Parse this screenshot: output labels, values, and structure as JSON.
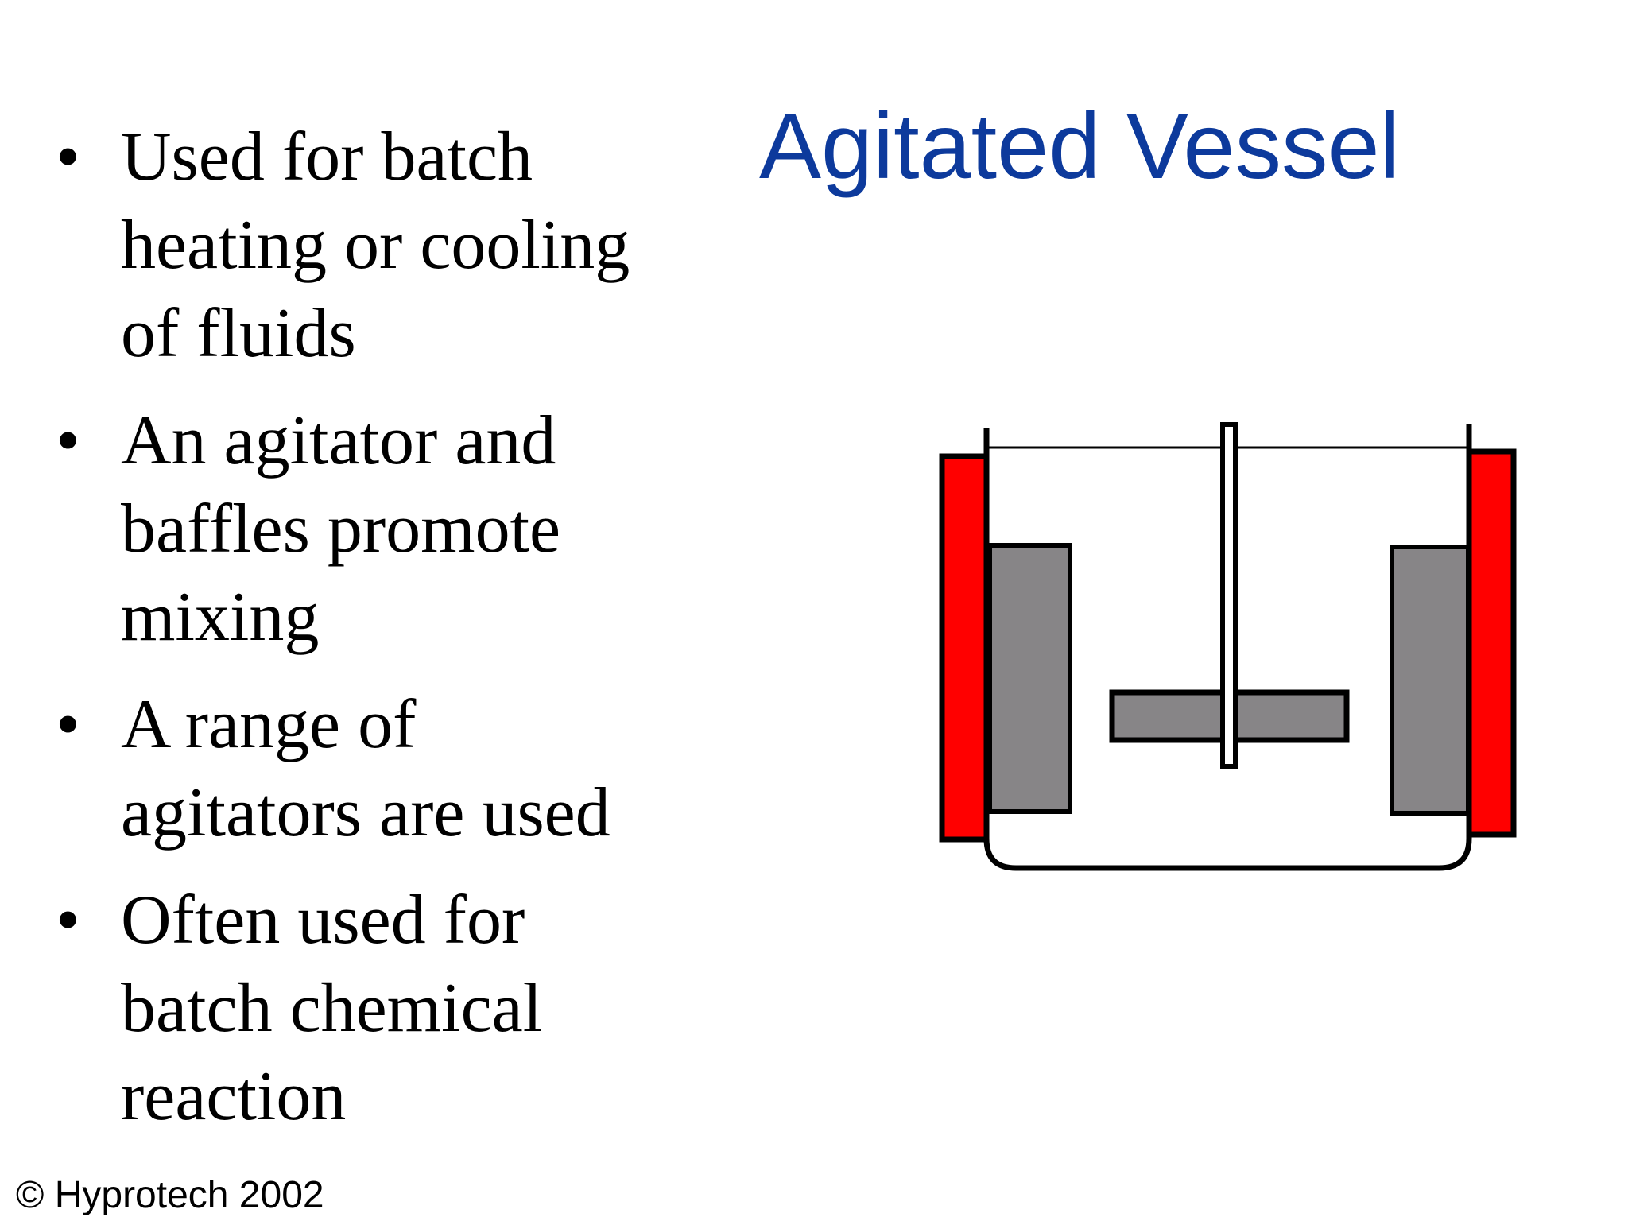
{
  "slide": {
    "title": "Agitated Vessel",
    "bullets": [
      {
        "lines": [
          "Used for batch",
          "heating or cooling",
          "of fluids"
        ]
      },
      {
        "lines": [
          "An agitator and",
          "baffles promote",
          "mixing"
        ]
      },
      {
        "lines": [
          "A range of",
          "agitators are used"
        ]
      },
      {
        "lines": [
          "Often used for",
          "batch chemical",
          "reaction"
        ]
      }
    ],
    "bullet_glyph": "•",
    "footer": "© Hyprotech 2002"
  },
  "colors": {
    "title": "#0d3a9c",
    "jacket": "#ff0000",
    "baffle": "#878587",
    "impeller": "#878587",
    "outline": "#000000"
  }
}
